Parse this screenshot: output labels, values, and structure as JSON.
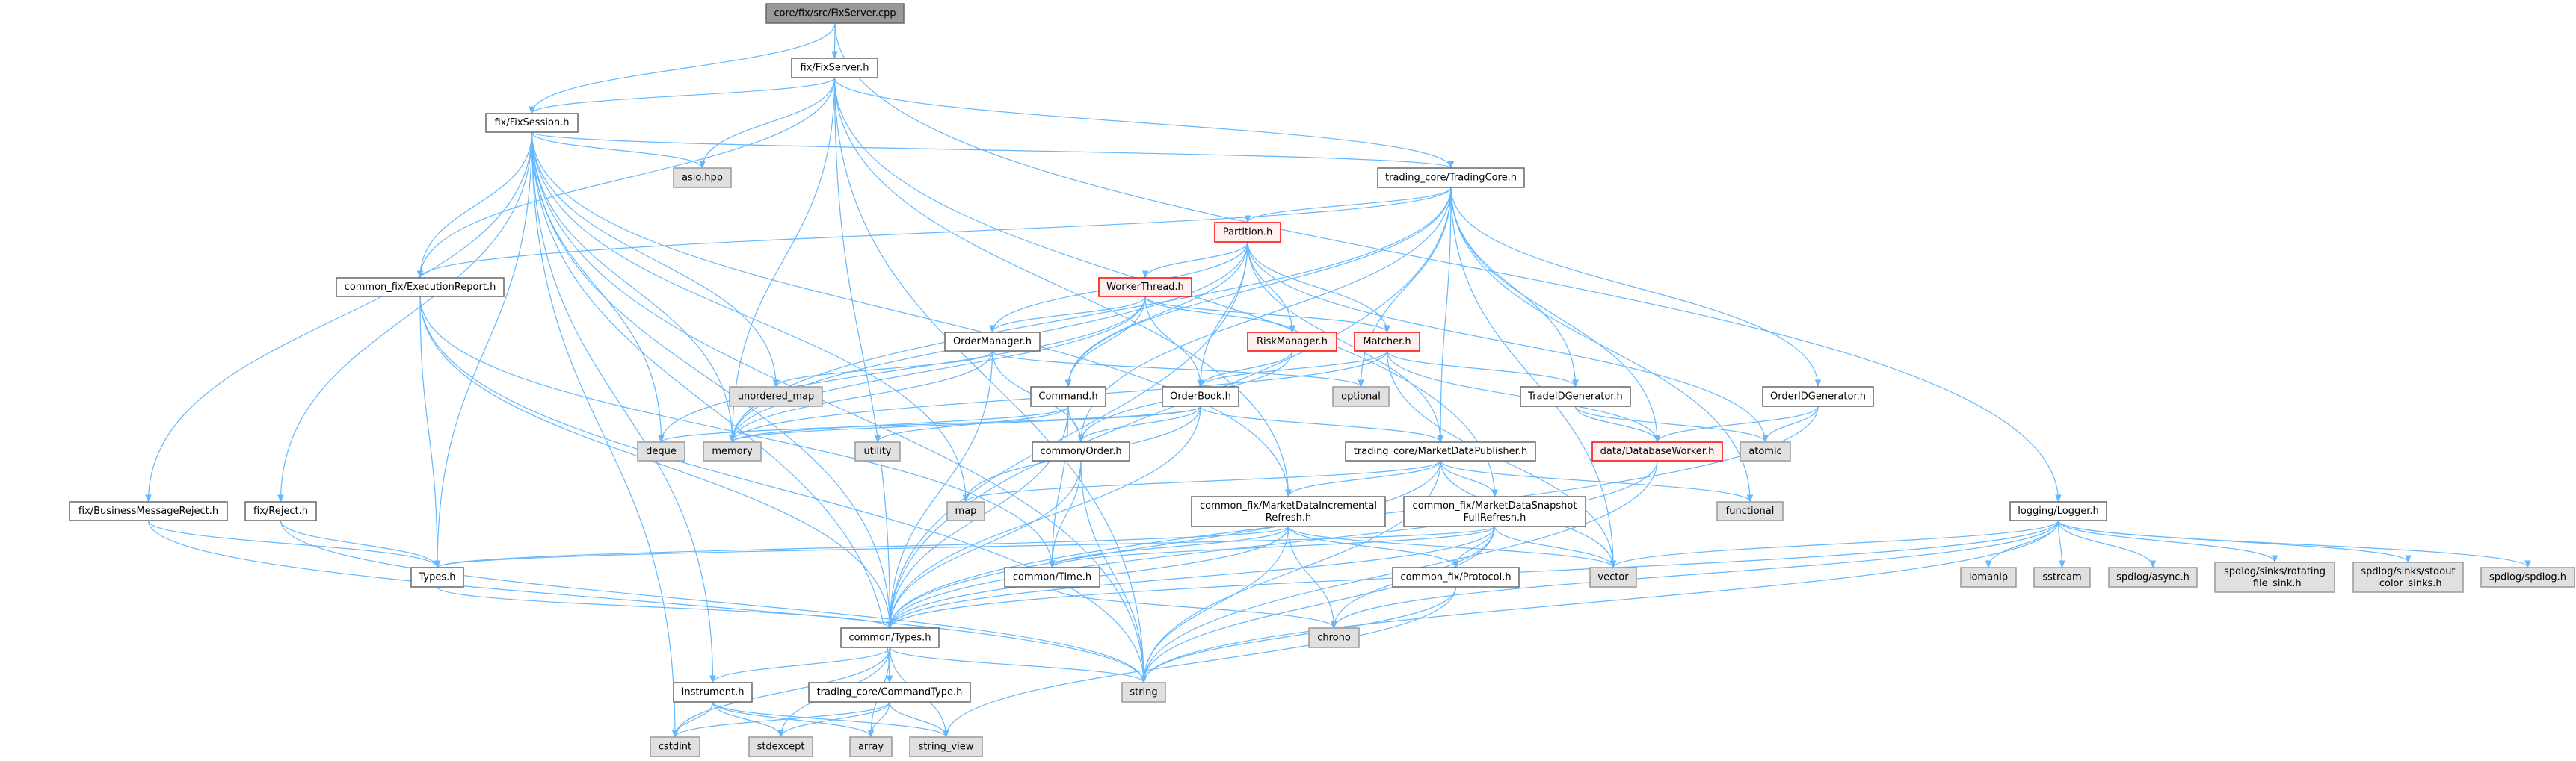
{
  "graph": {
    "edge_color": "#63b8ff",
    "nodes": [
      {
        "id": "fixserver_cpp",
        "label": "core/fix/src/FixServer.cpp",
        "kind": "root"
      },
      {
        "id": "fixserver_h",
        "label": "fix/FixServer.h",
        "kind": "normal"
      },
      {
        "id": "fixsession_h",
        "label": "fix/FixSession.h",
        "kind": "normal"
      },
      {
        "id": "asio",
        "label": "asio.hpp",
        "kind": "external"
      },
      {
        "id": "execreport",
        "label": "common_fix/ExecutionReport.h",
        "kind": "normal"
      },
      {
        "id": "tradingcore",
        "label": "trading_core/TradingCore.h",
        "kind": "normal"
      },
      {
        "id": "partition",
        "label": "Partition.h",
        "kind": "red"
      },
      {
        "id": "workerthread",
        "label": "WorkerThread.h",
        "kind": "red"
      },
      {
        "id": "ordermanager",
        "label": "OrderManager.h",
        "kind": "normal"
      },
      {
        "id": "riskmanager",
        "label": "RiskManager.h",
        "kind": "red"
      },
      {
        "id": "matcher",
        "label": "Matcher.h",
        "kind": "red"
      },
      {
        "id": "unordered_map",
        "label": "unordered_map",
        "kind": "external"
      },
      {
        "id": "command",
        "label": "Command.h",
        "kind": "normal"
      },
      {
        "id": "orderbook",
        "label": "OrderBook.h",
        "kind": "normal"
      },
      {
        "id": "optional",
        "label": "optional",
        "kind": "external"
      },
      {
        "id": "tradeid",
        "label": "TradeIDGenerator.h",
        "kind": "normal"
      },
      {
        "id": "orderid",
        "label": "OrderIDGenerator.h",
        "kind": "normal"
      },
      {
        "id": "deque",
        "label": "deque",
        "kind": "external"
      },
      {
        "id": "memory",
        "label": "memory",
        "kind": "external"
      },
      {
        "id": "utility",
        "label": "utility",
        "kind": "external"
      },
      {
        "id": "order",
        "label": "common/Order.h",
        "kind": "normal"
      },
      {
        "id": "mdpublisher",
        "label": "trading_core/MarketDataPublisher.h",
        "kind": "normal"
      },
      {
        "id": "dbworker",
        "label": "data/DatabaseWorker.h",
        "kind": "red"
      },
      {
        "id": "atomic",
        "label": "atomic",
        "kind": "external"
      },
      {
        "id": "bmreject",
        "label": "fix/BusinessMessageReject.h",
        "kind": "normal"
      },
      {
        "id": "reject",
        "label": "fix/Reject.h",
        "kind": "normal"
      },
      {
        "id": "map",
        "label": "map",
        "kind": "external"
      },
      {
        "id": "mdinc",
        "label": "common_fix/MarketDataIncremental\nRefresh.h",
        "kind": "normal"
      },
      {
        "id": "mdsnap",
        "label": "common_fix/MarketDataSnapshot\nFullRefresh.h",
        "kind": "normal"
      },
      {
        "id": "functional",
        "label": "functional",
        "kind": "external"
      },
      {
        "id": "logger",
        "label": "logging/Logger.h",
        "kind": "normal"
      },
      {
        "id": "types_h",
        "label": "Types.h",
        "kind": "normal"
      },
      {
        "id": "time",
        "label": "common/Time.h",
        "kind": "normal"
      },
      {
        "id": "protocol",
        "label": "common_fix/Protocol.h",
        "kind": "normal"
      },
      {
        "id": "vector",
        "label": "vector",
        "kind": "external"
      },
      {
        "id": "iomanip",
        "label": "iomanip",
        "kind": "external"
      },
      {
        "id": "sstream",
        "label": "sstream",
        "kind": "external"
      },
      {
        "id": "spdasync",
        "label": "spdlog/async.h",
        "kind": "external"
      },
      {
        "id": "spdrot",
        "label": "spdlog/sinks/rotating\n_file_sink.h",
        "kind": "external"
      },
      {
        "id": "spdstdout",
        "label": "spdlog/sinks/stdout\n_color_sinks.h",
        "kind": "external"
      },
      {
        "id": "spdlog",
        "label": "spdlog/spdlog.h",
        "kind": "external"
      },
      {
        "id": "ctypes",
        "label": "common/Types.h",
        "kind": "normal"
      },
      {
        "id": "chrono",
        "label": "chrono",
        "kind": "external"
      },
      {
        "id": "instrument",
        "label": "Instrument.h",
        "kind": "normal"
      },
      {
        "id": "cmdtype",
        "label": "trading_core/CommandType.h",
        "kind": "normal"
      },
      {
        "id": "string",
        "label": "string",
        "kind": "external"
      },
      {
        "id": "cstdint",
        "label": "cstdint",
        "kind": "external"
      },
      {
        "id": "stdexcept",
        "label": "stdexcept",
        "kind": "external"
      },
      {
        "id": "array",
        "label": "array",
        "kind": "external"
      },
      {
        "id": "string_view",
        "label": "string_view",
        "kind": "external"
      }
    ],
    "edges": [
      [
        "fixserver_cpp",
        "fixsession_h"
      ],
      [
        "fixserver_cpp",
        "fixserver_h"
      ],
      [
        "fixserver_cpp",
        "logger"
      ],
      [
        "fixserver_h",
        "fixsession_h"
      ],
      [
        "fixserver_h",
        "asio"
      ],
      [
        "fixserver_h",
        "execreport"
      ],
      [
        "fixserver_h",
        "tradingcore"
      ],
      [
        "fixserver_h",
        "memory"
      ],
      [
        "fixserver_h",
        "string"
      ],
      [
        "fixserver_h",
        "ctypes"
      ],
      [
        "fixserver_h",
        "mdinc"
      ],
      [
        "fixserver_h",
        "mdsnap"
      ],
      [
        "fixsession_h",
        "asio"
      ],
      [
        "fixsession_h",
        "execreport"
      ],
      [
        "fixsession_h",
        "tradingcore"
      ],
      [
        "fixsession_h",
        "bmreject"
      ],
      [
        "fixsession_h",
        "reject"
      ],
      [
        "fixsession_h",
        "types_h"
      ],
      [
        "fixsession_h",
        "instrument"
      ],
      [
        "fixsession_h",
        "cstdint"
      ],
      [
        "fixsession_h",
        "unordered_map"
      ],
      [
        "fixsession_h",
        "deque"
      ],
      [
        "fixsession_h",
        "memory"
      ],
      [
        "fixsession_h",
        "string"
      ],
      [
        "fixsession_h",
        "ctypes"
      ],
      [
        "fixsession_h",
        "mdinc"
      ],
      [
        "fixsession_h",
        "map"
      ],
      [
        "fixsession_h",
        "cmdtype"
      ],
      [
        "execreport",
        "types_h"
      ],
      [
        "execreport",
        "ctypes"
      ],
      [
        "execreport",
        "time"
      ],
      [
        "execreport",
        "string"
      ],
      [
        "tradingcore",
        "partition"
      ],
      [
        "tradingcore",
        "execreport"
      ],
      [
        "tradingcore",
        "memory"
      ],
      [
        "tradingcore",
        "command"
      ],
      [
        "tradingcore",
        "order"
      ],
      [
        "tradingcore",
        "optional"
      ],
      [
        "tradingcore",
        "tradeid"
      ],
      [
        "tradingcore",
        "dbworker"
      ],
      [
        "tradingcore",
        "orderid"
      ],
      [
        "tradingcore",
        "mdpublisher"
      ],
      [
        "tradingcore",
        "functional"
      ],
      [
        "tradingcore",
        "vector"
      ],
      [
        "tradingcore",
        "ctypes"
      ],
      [
        "partition",
        "workerthread"
      ],
      [
        "partition",
        "ordermanager"
      ],
      [
        "partition",
        "riskmanager"
      ],
      [
        "partition",
        "matcher"
      ],
      [
        "partition",
        "command"
      ],
      [
        "partition",
        "orderbook"
      ],
      [
        "partition",
        "mdpublisher"
      ],
      [
        "partition",
        "atomic"
      ],
      [
        "partition",
        "memory"
      ],
      [
        "partition",
        "ctypes"
      ],
      [
        "workerthread",
        "ordermanager"
      ],
      [
        "workerthread",
        "riskmanager"
      ],
      [
        "workerthread",
        "matcher"
      ],
      [
        "workerthread",
        "command"
      ],
      [
        "workerthread",
        "orderbook"
      ],
      [
        "workerthread",
        "memory"
      ],
      [
        "workerthread",
        "deque"
      ],
      [
        "ordermanager",
        "unordered_map"
      ],
      [
        "ordermanager",
        "memory"
      ],
      [
        "ordermanager",
        "optional"
      ],
      [
        "ordermanager",
        "order"
      ],
      [
        "ordermanager",
        "ctypes"
      ],
      [
        "riskmanager",
        "orderbook"
      ],
      [
        "riskmanager",
        "order"
      ],
      [
        "matcher",
        "orderbook"
      ],
      [
        "matcher",
        "tradeid"
      ],
      [
        "matcher",
        "dbworker"
      ],
      [
        "matcher",
        "memory"
      ],
      [
        "matcher",
        "vector"
      ],
      [
        "command",
        "order"
      ],
      [
        "command",
        "ctypes"
      ],
      [
        "command",
        "memory"
      ],
      [
        "command",
        "utility"
      ],
      [
        "command",
        "time"
      ],
      [
        "orderbook",
        "order"
      ],
      [
        "orderbook",
        "map"
      ],
      [
        "orderbook",
        "memory"
      ],
      [
        "orderbook",
        "deque"
      ],
      [
        "orderbook",
        "mdpublisher"
      ],
      [
        "orderbook",
        "ctypes"
      ],
      [
        "tradeid",
        "dbworker"
      ],
      [
        "tradeid",
        "atomic"
      ],
      [
        "orderid",
        "dbworker"
      ],
      [
        "orderid",
        "atomic"
      ],
      [
        "orderid",
        "ctypes"
      ],
      [
        "mdpublisher",
        "mdinc"
      ],
      [
        "mdpublisher",
        "mdsnap"
      ],
      [
        "mdpublisher",
        "map"
      ],
      [
        "mdpublisher",
        "ctypes"
      ],
      [
        "mdpublisher",
        "vector"
      ],
      [
        "mdpublisher",
        "functional"
      ],
      [
        "mdpublisher",
        "string"
      ],
      [
        "mdinc",
        "types_h"
      ],
      [
        "mdinc",
        "ctypes"
      ],
      [
        "mdinc",
        "time"
      ],
      [
        "mdinc",
        "protocol"
      ],
      [
        "mdinc",
        "chrono"
      ],
      [
        "mdinc",
        "string"
      ],
      [
        "mdinc",
        "vector"
      ],
      [
        "mdsnap",
        "types_h"
      ],
      [
        "mdsnap",
        "ctypes"
      ],
      [
        "mdsnap",
        "time"
      ],
      [
        "mdsnap",
        "protocol"
      ],
      [
        "mdsnap",
        "chrono"
      ],
      [
        "mdsnap",
        "string"
      ],
      [
        "mdsnap",
        "vector"
      ],
      [
        "order",
        "ctypes"
      ],
      [
        "order",
        "time"
      ],
      [
        "order",
        "string"
      ],
      [
        "time",
        "chrono"
      ],
      [
        "protocol",
        "string_view"
      ],
      [
        "protocol",
        "string"
      ],
      [
        "dbworker",
        "string"
      ],
      [
        "dbworker",
        "ctypes"
      ],
      [
        "types_h",
        "ctypes"
      ],
      [
        "bmreject",
        "types_h"
      ],
      [
        "bmreject",
        "string"
      ],
      [
        "reject",
        "types_h"
      ],
      [
        "reject",
        "string"
      ],
      [
        "ctypes",
        "instrument"
      ],
      [
        "ctypes",
        "cstdint"
      ],
      [
        "ctypes",
        "stdexcept"
      ],
      [
        "ctypes",
        "string"
      ],
      [
        "ctypes",
        "string_view"
      ],
      [
        "ctypes",
        "array"
      ],
      [
        "instrument",
        "cstdint"
      ],
      [
        "instrument",
        "stdexcept"
      ],
      [
        "instrument",
        "array"
      ],
      [
        "instrument",
        "string_view"
      ],
      [
        "cmdtype",
        "cstdint"
      ],
      [
        "cmdtype",
        "stdexcept"
      ],
      [
        "cmdtype",
        "array"
      ],
      [
        "cmdtype",
        "string_view"
      ],
      [
        "logger",
        "iomanip"
      ],
      [
        "logger",
        "sstream"
      ],
      [
        "logger",
        "spdasync"
      ],
      [
        "logger",
        "spdrot"
      ],
      [
        "logger",
        "spdstdout"
      ],
      [
        "logger",
        "spdlog"
      ],
      [
        "logger",
        "vector"
      ],
      [
        "logger",
        "chrono"
      ],
      [
        "logger",
        "string"
      ],
      [
        "logger",
        "ctypes"
      ]
    ]
  }
}
